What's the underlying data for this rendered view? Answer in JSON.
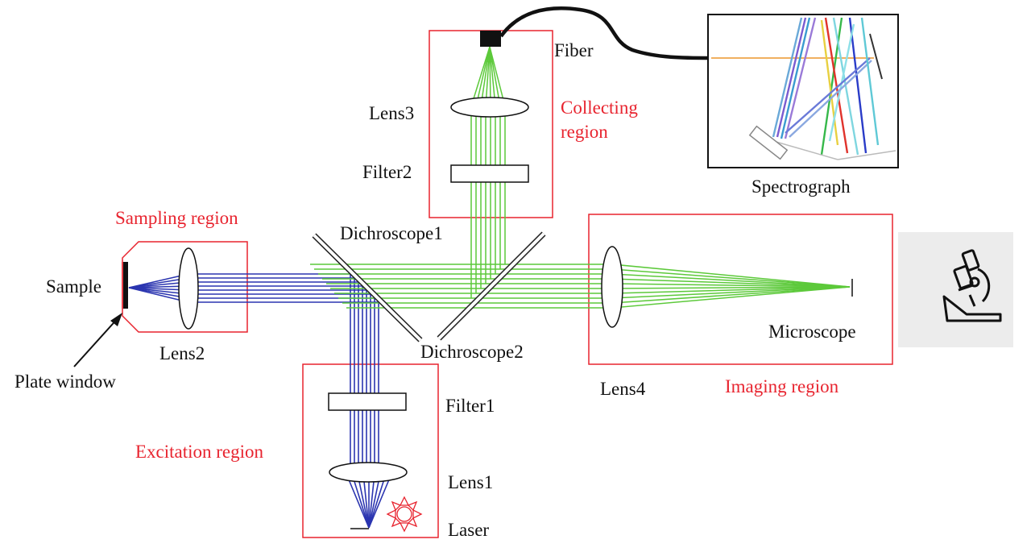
{
  "labels": {
    "fiber": "Fiber",
    "lens3": "Lens3",
    "filter2": "Filter2",
    "spectrograph": "Spectrograph",
    "dichroscope1": "Dichroscope1",
    "dichroscope2": "Dichroscope2",
    "sample": "Sample",
    "plate_window": "Plate window",
    "lens2": "Lens2",
    "lens4": "Lens4",
    "microscope": "Microscope",
    "filter1": "Filter1",
    "lens1": "Lens1",
    "laser": "Laser"
  },
  "regions": {
    "collecting_line1": "Collecting",
    "collecting_line2": "region",
    "sampling": "Sampling region",
    "imaging": "Imaging region",
    "excitation": "Excitation region"
  },
  "colors": {
    "region_border": "#e8242f",
    "excitation_beam": "#2b35b0",
    "emission_beam": "#5cc93a",
    "microscope_panel": "#ececec"
  },
  "icons": {
    "microscope": "microscope-icon",
    "laser": "laser-sun-icon"
  }
}
